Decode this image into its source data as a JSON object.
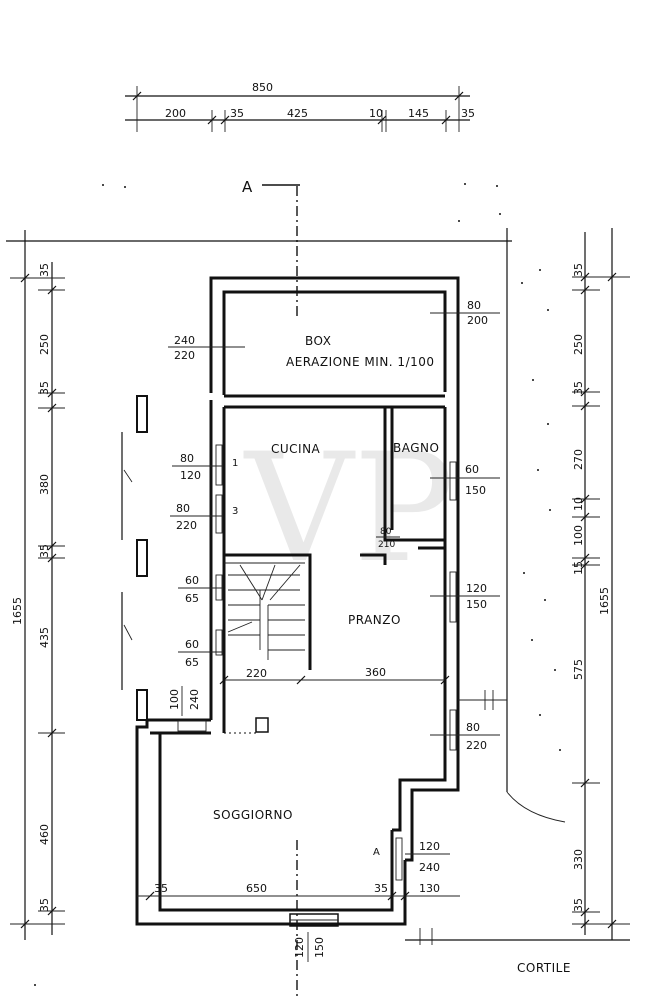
{
  "watermark": "VP",
  "section_mark": "A",
  "rooms": {
    "box": "BOX",
    "box_note": "AERAZIONE MIN. 1/100",
    "cucina": "CUCINA",
    "bagno": "BAGNO",
    "pranzo": "PRANZO",
    "soggiorno": "SOGGIORNO",
    "cortile": "CORTILE"
  },
  "top_dims": {
    "total": "850",
    "segments": [
      "200",
      "35",
      "425",
      "10",
      "145",
      "35"
    ]
  },
  "left_dims": {
    "total": "1655",
    "segments": [
      "35",
      "250",
      "35",
      "380",
      "35",
      "435",
      "460",
      "35"
    ]
  },
  "right_dims": {
    "total": "1655",
    "segments": [
      "35",
      "250",
      "35",
      "270",
      "10",
      "100",
      "15",
      "575",
      "330",
      "35"
    ]
  },
  "openings": {
    "box_door": [
      "240",
      "220"
    ],
    "box_window": [
      "80",
      "200"
    ],
    "cucina_win1": [
      "80",
      "120"
    ],
    "cucina_win2": [
      "80",
      "220"
    ],
    "bagno_win": [
      "60",
      "150"
    ],
    "bagno_door": [
      "80",
      "210"
    ],
    "stair_win1": [
      "60",
      "65"
    ],
    "stair_win2": [
      "60",
      "65"
    ],
    "pranzo_win": [
      "120",
      "150"
    ],
    "pranzo_door": [
      "80",
      "220"
    ],
    "soggiorno_door": [
      "120",
      "240"
    ],
    "ingresso": [
      "100",
      "240"
    ],
    "bottom_window": [
      "120",
      "150"
    ]
  },
  "interior_dims": {
    "d220": "220",
    "d360": "360",
    "b35a": "35",
    "b650": "650",
    "b35b": "35",
    "b130": "130"
  },
  "marks": {
    "m1": "1",
    "m2": "3",
    "m3": "A"
  }
}
